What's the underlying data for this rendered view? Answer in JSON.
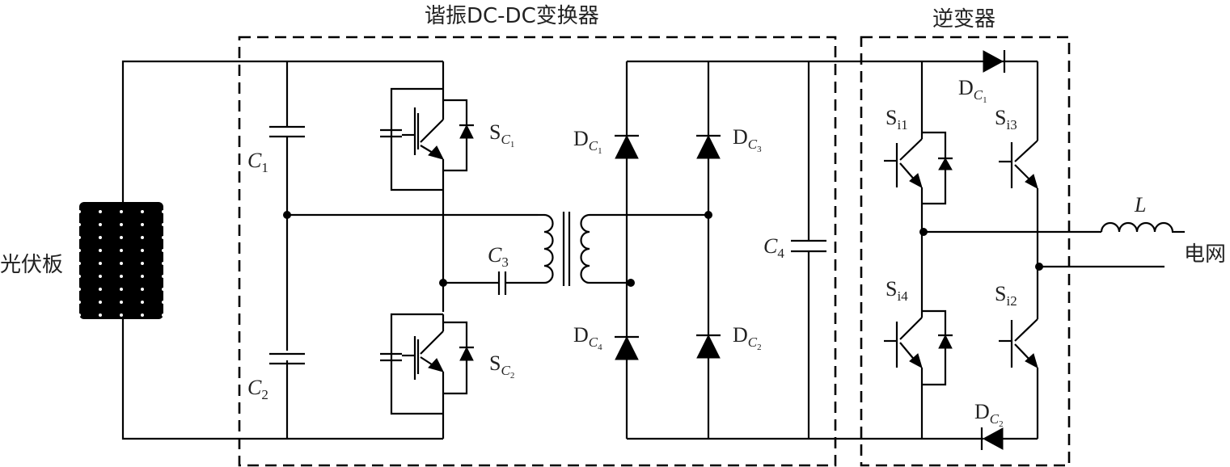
{
  "diagram": {
    "type": "circuit-schematic",
    "blocks": [
      {
        "id": "dcdc",
        "title": "谐振DC-DC变换器"
      },
      {
        "id": "inverter",
        "title": "逆变器"
      }
    ],
    "source": {
      "label": "光伏板",
      "component": "pv-panel"
    },
    "grid": {
      "label": "电网"
    },
    "components": {
      "C1": {
        "main": "C",
        "sub": "1"
      },
      "C2": {
        "main": "C",
        "sub": "2"
      },
      "C3": {
        "main": "C",
        "sub": "3"
      },
      "C4": {
        "main": "C",
        "sub": "4"
      },
      "SC1": {
        "main": "S",
        "sub": "C",
        "subsub": "1"
      },
      "SC2": {
        "main": "S",
        "sub": "C",
        "subsub": "2"
      },
      "DC1_rect": {
        "main": "D",
        "sub": "C",
        "subsub": "1"
      },
      "DC2_rect": {
        "main": "D",
        "sub": "C",
        "subsub": "2"
      },
      "DC3_rect": {
        "main": "D",
        "sub": "C",
        "subsub": "3"
      },
      "DC4_rect": {
        "main": "D",
        "sub": "C",
        "subsub": "4"
      },
      "DC1_inv": {
        "main": "D",
        "sub": "C",
        "subsub": "1"
      },
      "DC2_inv": {
        "main": "D",
        "sub": "C",
        "subsub": "2"
      },
      "Si1": {
        "main": "S",
        "sub": "i1"
      },
      "Si2": {
        "main": "S",
        "sub": "i2"
      },
      "Si3": {
        "main": "S",
        "sub": "i3"
      },
      "Si4": {
        "main": "S",
        "sub": "i4"
      },
      "L": {
        "main": "L"
      }
    }
  }
}
